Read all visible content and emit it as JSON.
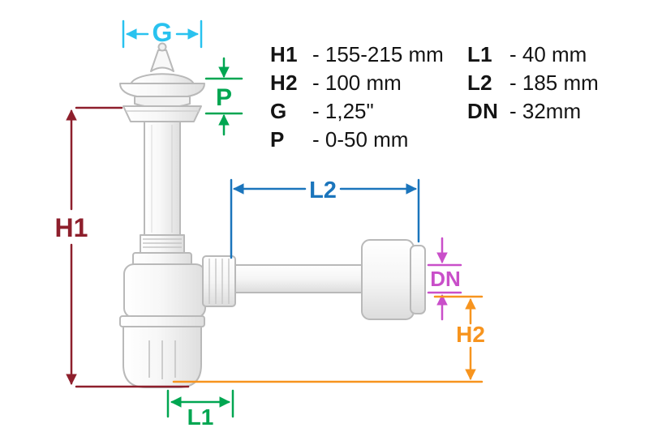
{
  "legend": {
    "col1": [
      {
        "key": "H1",
        "value": "- 155-215 mm"
      },
      {
        "key": "H2",
        "value": "- 100 mm"
      },
      {
        "key": "G",
        "value": "-  1,25\""
      },
      {
        "key": "P",
        "value": "-   0-50 mm"
      }
    ],
    "col2": [
      {
        "key": "L1",
        "value": "- 40 mm"
      },
      {
        "key": "L2",
        "value": "- 185 mm"
      },
      {
        "key": "DN",
        "value": "-  32mm"
      }
    ]
  },
  "labels": {
    "G": "G",
    "P": "P",
    "H1": "H1",
    "L2": "L2",
    "DN": "DN",
    "H2": "H2",
    "L1": "L1"
  },
  "colors": {
    "G": "#29c2ef",
    "P": "#00a651",
    "H1": "#8e1f2c",
    "L2": "#1b75bc",
    "DN": "#c94fc9",
    "H2": "#f7941e",
    "L1": "#00a651",
    "drawing_stroke": "#b9b9b9"
  }
}
